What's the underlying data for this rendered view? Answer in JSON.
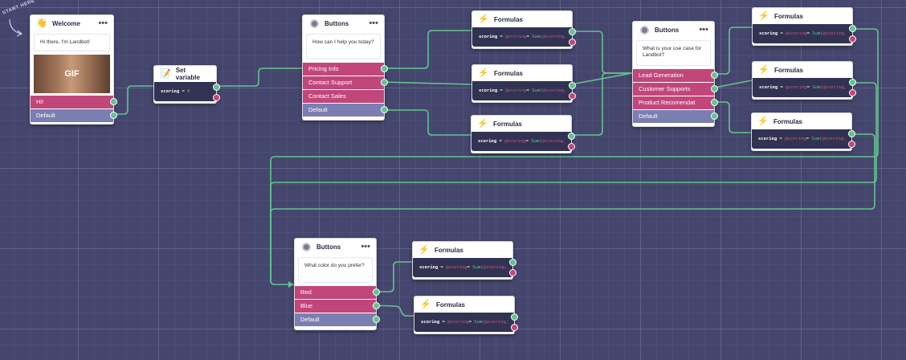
{
  "start_label": "START HERE",
  "welcome": {
    "title": "Welcome",
    "menu": "•••",
    "icon": "wave-hand-icon",
    "message": "Hi there, I'm Landbot!",
    "gif_label": "GIF",
    "buttons": [
      "Hi!",
      "Default"
    ]
  },
  "set_variable": {
    "title": "Set variable",
    "icon": "notepad-icon",
    "var": "scoring",
    "op": "=",
    "value": "0"
  },
  "buttons1": {
    "title": "Buttons",
    "menu": "•••",
    "icon": "robot-icon",
    "question": "How can I help you today?",
    "options": [
      "Pricing Info",
      "Contact Support",
      "Contact Sales",
      "Default"
    ]
  },
  "buttons2": {
    "title": "Buttons",
    "menu": "•••",
    "icon": "robot-icon",
    "question": "What is your use case for Landbot?",
    "options": [
      "Lead Generation",
      "Customer Supports",
      "Product Recomendat",
      "Default"
    ]
  },
  "buttons3": {
    "title": "Buttons",
    "menu": "•••",
    "icon": "robot-icon",
    "question": "What color do you prefer?",
    "options": [
      "Red",
      "Blue",
      "Default"
    ]
  },
  "formula": {
    "title": "Formulas",
    "icon": "lightning-icon",
    "var": "scoring",
    "op": "=",
    "ref": "@scoring",
    "func": "Sum(",
    "arg": "@scoring,"
  },
  "colors": {
    "canvas": "#45466d",
    "connector": "#63c38f",
    "button": "#c1467a",
    "default_button": "#7b7eb0",
    "code_bg": "#323252"
  }
}
